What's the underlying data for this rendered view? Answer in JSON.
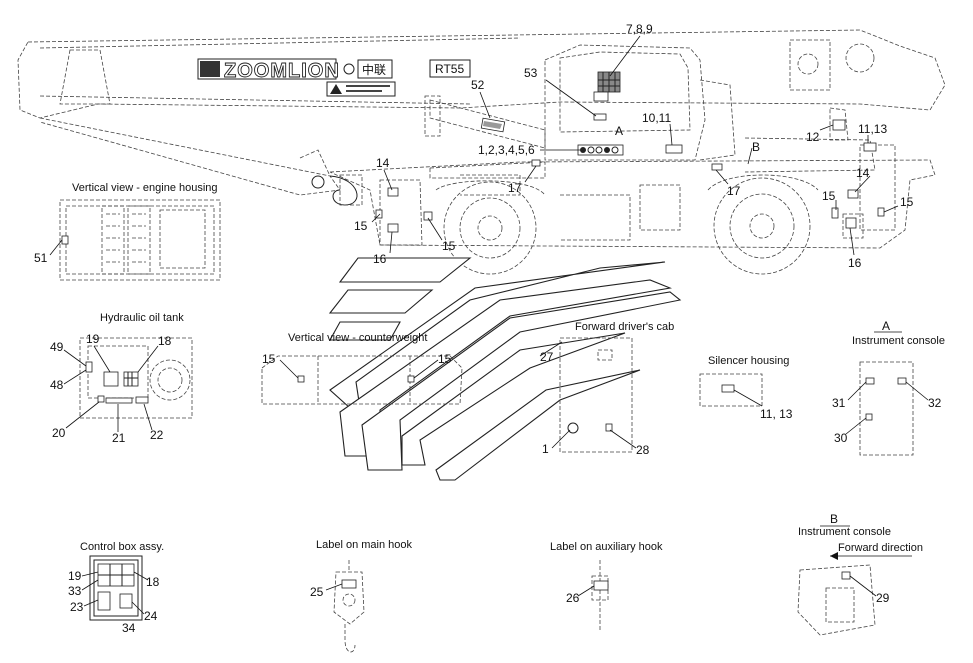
{
  "diagram": {
    "brand_text": "ZOOMLION",
    "brand_cn": "中联",
    "model": "RT55",
    "callouts": {
      "n1": "7,8,9",
      "n2": "53",
      "n3": "52",
      "n4": "10,11",
      "n5": "A",
      "n6": "1,2,3,4,5,6",
      "n7": "B",
      "n8": "12",
      "n9": "11,13",
      "n10": "14",
      "n11": "14",
      "n12": "17",
      "n13": "17",
      "n14": "15",
      "n15": "15",
      "n16": "15",
      "n17": "15",
      "n18": "16",
      "n19": "16",
      "n20": "51",
      "n21": "19",
      "n22": "18",
      "n23": "49",
      "n24": "48",
      "n25": "20",
      "n26": "21",
      "n27": "22",
      "n28": "15",
      "n29": "15",
      "n30": "27",
      "n31": "1",
      "n32": "28",
      "n33": "11, 13",
      "n34": "A",
      "n35": "31",
      "n36": "32",
      "n37": "30",
      "n38": "19",
      "n39": "33",
      "n40": "18",
      "n41": "23",
      "n42": "24",
      "n43": "34",
      "n44": "25",
      "n45": "26",
      "n46": "B",
      "n47": "29"
    },
    "titles": {
      "engine": "Vertical view - engine housing",
      "hydraulic": "Hydraulic oil tank",
      "counterweight": "Vertical view - counterweight",
      "cab": "Forward driver's cab",
      "silencer": "Silencer housing",
      "console_a": "Instrument console",
      "control_box": "Control box assy.",
      "main_hook": "Label on main hook",
      "aux_hook": "Label on auxiliary hook",
      "console_b": "Instrument console",
      "forward": "Forward direction"
    }
  }
}
